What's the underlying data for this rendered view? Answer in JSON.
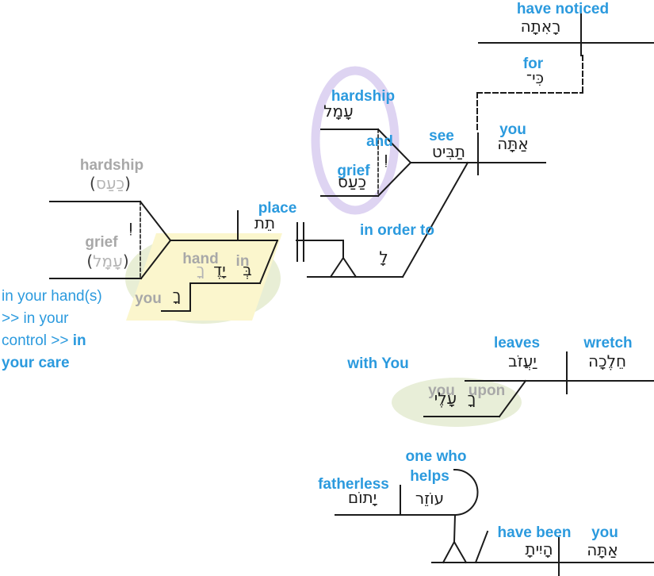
{
  "colors": {
    "accent_blue": "#2b9ade",
    "muted_gray": "#a8a8a8",
    "ink": "#1b1b1b",
    "highlight_yellow": "#fbf6cd",
    "highlight_green": "#e8eed5",
    "highlight_purple_ring": "#ded4f2"
  },
  "punct": {
    "open": "(",
    "close": ")"
  },
  "top_clause": {
    "verb": "have noticed",
    "verb_he": "רָאִתָה",
    "conj": "for",
    "conj_he": "כִּי־"
  },
  "see_clause": {
    "verb": "see",
    "verb_he": "תַבִּיט",
    "subj": "you",
    "subj_he": "אַתָּה",
    "obj1": "hardship",
    "obj1_he": "עָמָל",
    "conj": "and",
    "conj_he": "וְ",
    "obj2": "grief",
    "obj2_he": "כַעַס"
  },
  "elided_obj": {
    "obj1": "hardship",
    "obj1_he": "כַעַס",
    "conj_he": "וְ",
    "obj2": "grief",
    "obj2_he": "עָמָל"
  },
  "place_clause": {
    "verb": "place",
    "verb_he": "תֵת",
    "purpose": "in order to",
    "purpose_he": "לָ",
    "prep": "in",
    "prep_he": "בְּ",
    "noun": "hand",
    "noun_he": "יָדֶ",
    "noun_suffix_he": "ךָ",
    "pron": "you",
    "pron_he": "ךָ"
  },
  "note": {
    "line1": "in your hand(s)",
    "line2": ">> in your",
    "line3": "control >> ",
    "line3_bold": "in",
    "line4": "your care"
  },
  "leaves_clause": {
    "label": "with You",
    "verb": "leaves",
    "verb_he": "יַעֲזֹב",
    "subj": "wretch",
    "subj_he": "חֵלֶכָה",
    "pron": "you",
    "prep": "upon",
    "prep_he": "עָלֶי",
    "pron_he": "ךָ"
  },
  "helper_clause": {
    "part_line1": "one who",
    "part_line2": "helps",
    "part_he": "עוֹזֵר",
    "obj": "fatherless",
    "obj_he": "יָתוֹם",
    "verb": "have been",
    "verb_he": "הָיִיתָ",
    "subj": "you",
    "subj_he": "אַתָּה"
  }
}
